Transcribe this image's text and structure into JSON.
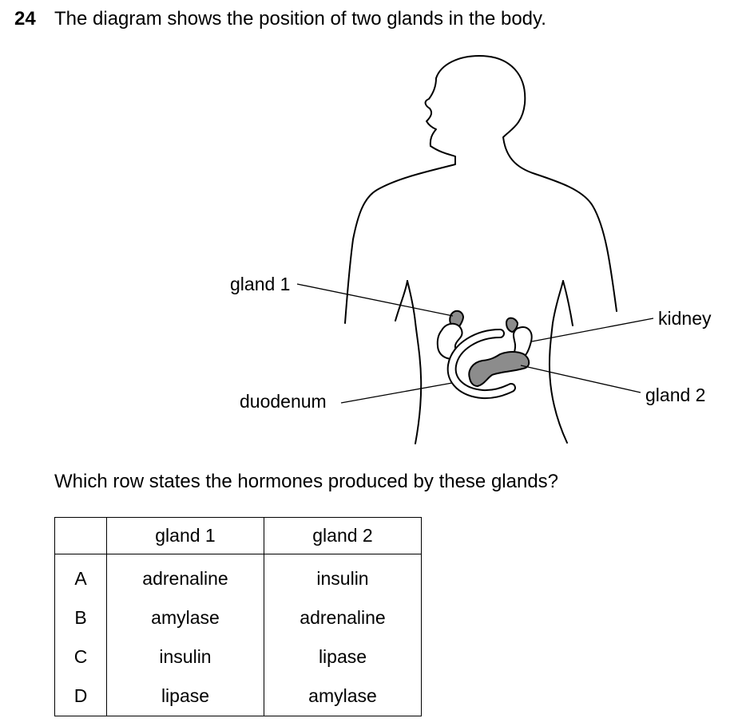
{
  "question": {
    "number": "24",
    "stem": "The diagram shows the position of two glands in the body.",
    "prompt": "Which row states the hormones produced by these glands?"
  },
  "diagram": {
    "labels": {
      "gland1": "gland 1",
      "kidney": "kidney",
      "duodenum": "duodenum",
      "gland2": "gland 2"
    }
  },
  "table": {
    "headers": [
      "",
      "gland 1",
      "gland 2"
    ],
    "rows": [
      {
        "letter": "A",
        "gland1": "adrenaline",
        "gland2": "insulin"
      },
      {
        "letter": "B",
        "gland1": "amylase",
        "gland2": "adrenaline"
      },
      {
        "letter": "C",
        "gland1": "insulin",
        "gland2": "lipase"
      },
      {
        "letter": "D",
        "gland1": "lipase",
        "gland2": "amylase"
      }
    ]
  },
  "colors": {
    "organ_fill": "#8c8c8c"
  }
}
